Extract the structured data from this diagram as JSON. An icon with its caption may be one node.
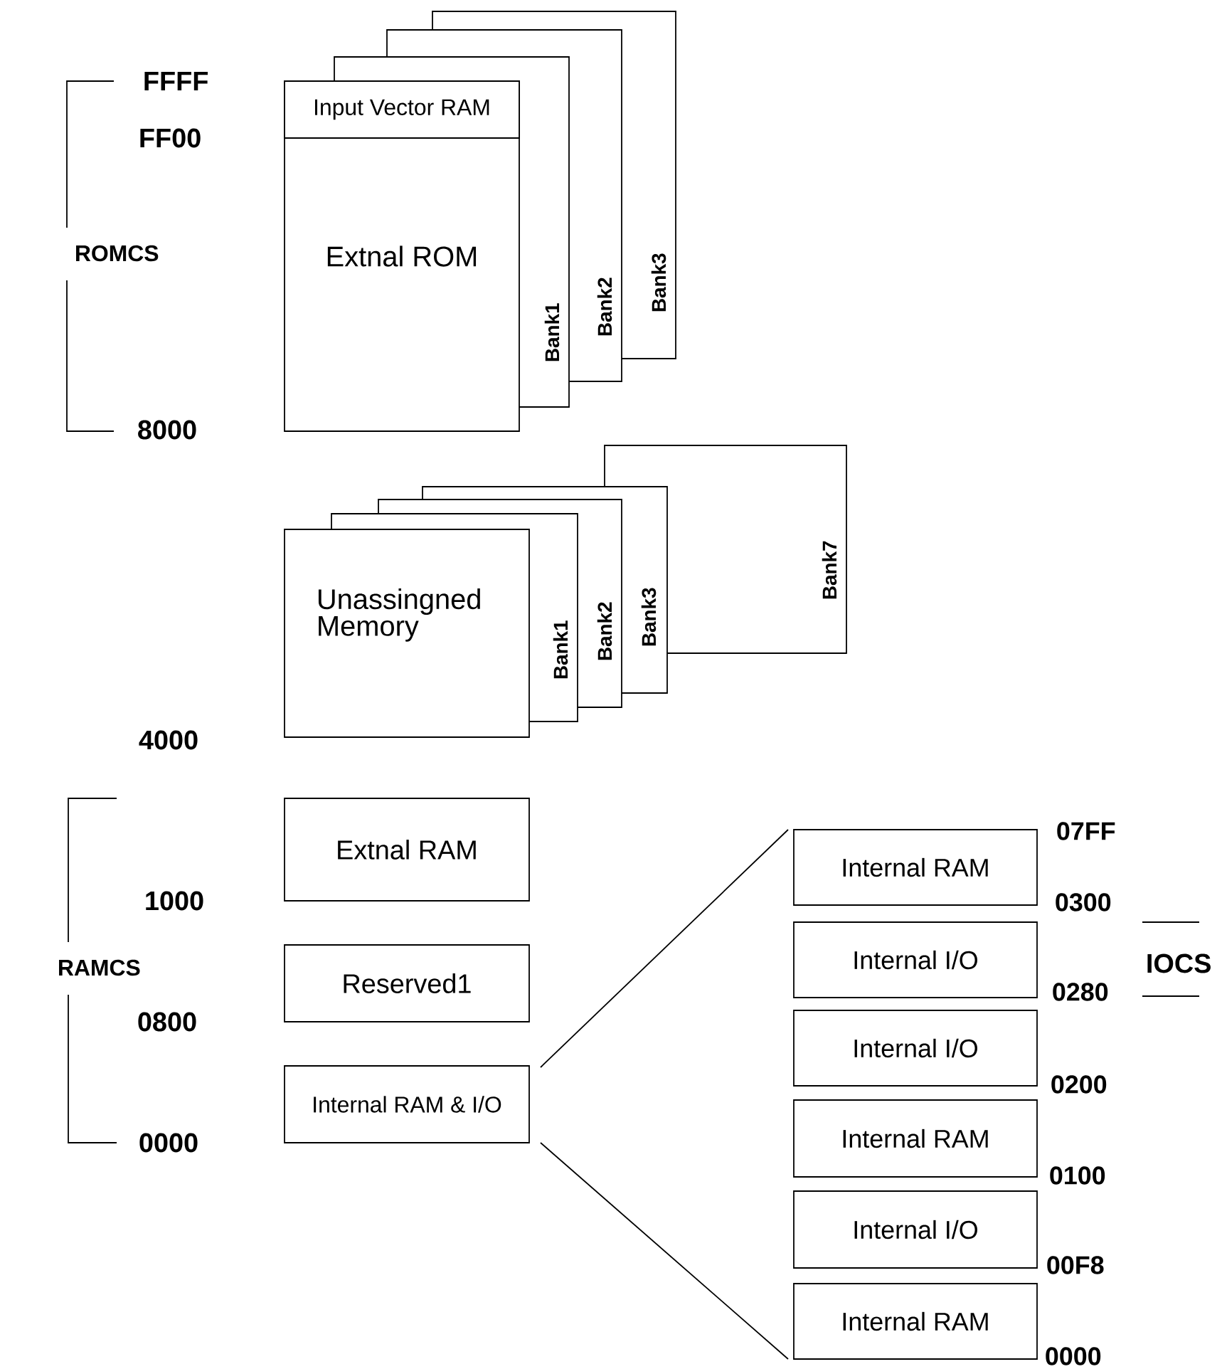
{
  "diagram": {
    "nodes": [
      {
        "text": [
          "Extnal ROM"
        ]
      },
      {
        "text": [
          "Input Vector RAM"
        ],
        "in": 0
      },
      {
        "text": [
          "Bank1"
        ]
      },
      {
        "text": [
          "Bank2"
        ]
      },
      {
        "text": [
          "Bank3"
        ]
      },
      {
        "text": [
          "Unassingned Memory"
        ]
      },
      {
        "text": [
          "Bank1"
        ]
      },
      {
        "text": [
          "Bank2"
        ]
      },
      {
        "text": [
          "Bank3"
        ]
      },
      {
        "text": [
          "Bank7"
        ]
      },
      {
        "text": [
          "Extnal RAM"
        ]
      },
      {
        "text": [
          "Reserved1"
        ]
      },
      {
        "text": [
          "Internal RAM & I/O"
        ]
      },
      {
        "text": [
          "Internal RAM"
        ]
      },
      {
        "text": [
          "Internal I/O"
        ]
      },
      {
        "text": [
          "Internal I/O"
        ]
      },
      {
        "text": [
          "Internal RAM"
        ]
      },
      {
        "text": [
          "Internal I/O"
        ]
      },
      {
        "text": [
          "Internal RAM"
        ]
      }
    ],
    "edges": [
      {
        "from": 12,
        "to": 13,
        "arrow": "none"
      },
      {
        "from": 12,
        "to": 18,
        "arrow": "none"
      }
    ],
    "labels": [
      "FFFF",
      "FF00",
      "ROMCS",
      "8000",
      "4000",
      "1000",
      "RAMCS",
      "0800",
      "0000",
      "07FF",
      "0300",
      "0280",
      "IOCS",
      "0200",
      "0100",
      "00F8",
      "0000"
    ]
  }
}
